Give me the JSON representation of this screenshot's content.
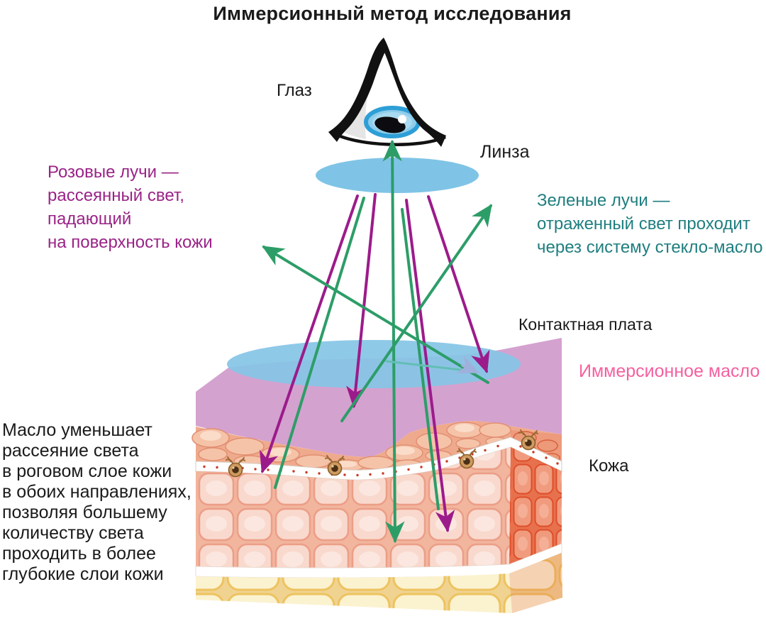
{
  "title": "Иммерсионный метод исследования",
  "labels": {
    "eye": "Глаз",
    "lens": "Линза",
    "contact_plate": "Контактная плата",
    "immersion_oil": "Иммерсионное масло",
    "skin": "Кожа"
  },
  "notes": {
    "pink_rays": "Розовые лучи —\nрассеянный свет,\nпадающий\nна поверхность кожи",
    "green_rays": "Зеленые лучи —\nотраженный свет проходит\nчерез систему стекло-масло",
    "oil_effect": "Масло уменьшает\nрассеяние света\nв роговом слое кожи\nв обоих направлениях,\nпозволяя большему\nколичеству света\nпроходить в более\nглубокие слои кожи"
  },
  "colors": {
    "pink_ray": "#9C1B8B",
    "green_ray": "#2D9D68",
    "teal_ray": "#63BEB4",
    "lavender_arrow": "#9FB0DC",
    "pink_text": "#9A2387",
    "teal_text": "#1F7E7F",
    "oil_label": "#F4619F",
    "lens_blue": "#7FC4E6",
    "plate_blue": "#87C5E6",
    "oil_mauve": "#D4A2CF"
  }
}
